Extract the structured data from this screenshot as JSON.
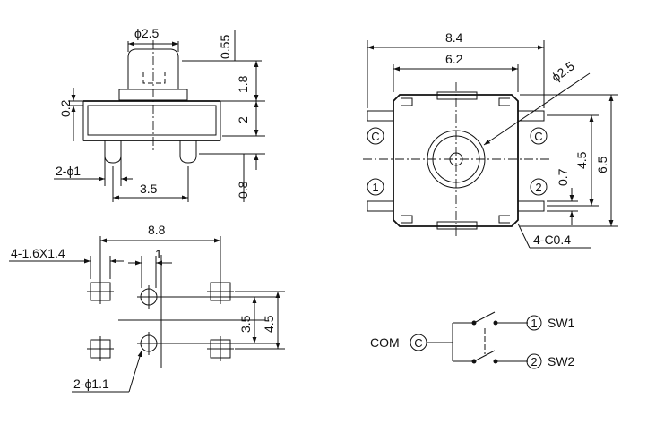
{
  "side_view": {
    "dims": {
      "dia_top": "ϕ2.5",
      "d055": "0.55",
      "d18": "1.8",
      "d02": "0.2",
      "d2": "2",
      "d08": "0.8",
      "pins_dia": "2-ϕ1",
      "d35": "3.5"
    }
  },
  "top_view": {
    "dims": {
      "d84": "8.4",
      "d62": "6.2",
      "dia_center": "ϕ2.5",
      "d45": "4.5",
      "d65": "6.5",
      "d07": "0.7",
      "chamfer": "4-C0.4"
    },
    "pins": [
      "C",
      "C",
      "1",
      "2"
    ]
  },
  "footprint": {
    "dims": {
      "d88": "8.8",
      "pads": "4-1.6X1.4",
      "d1": "1",
      "d35": "3.5",
      "d45": "4.5",
      "holes": "2-ϕ1.1"
    }
  },
  "schematic": {
    "com_label": "COM",
    "com_pin": "C",
    "sw1_pin": "1",
    "sw1_label": "SW1",
    "sw2_pin": "2",
    "sw2_label": "SW2"
  }
}
